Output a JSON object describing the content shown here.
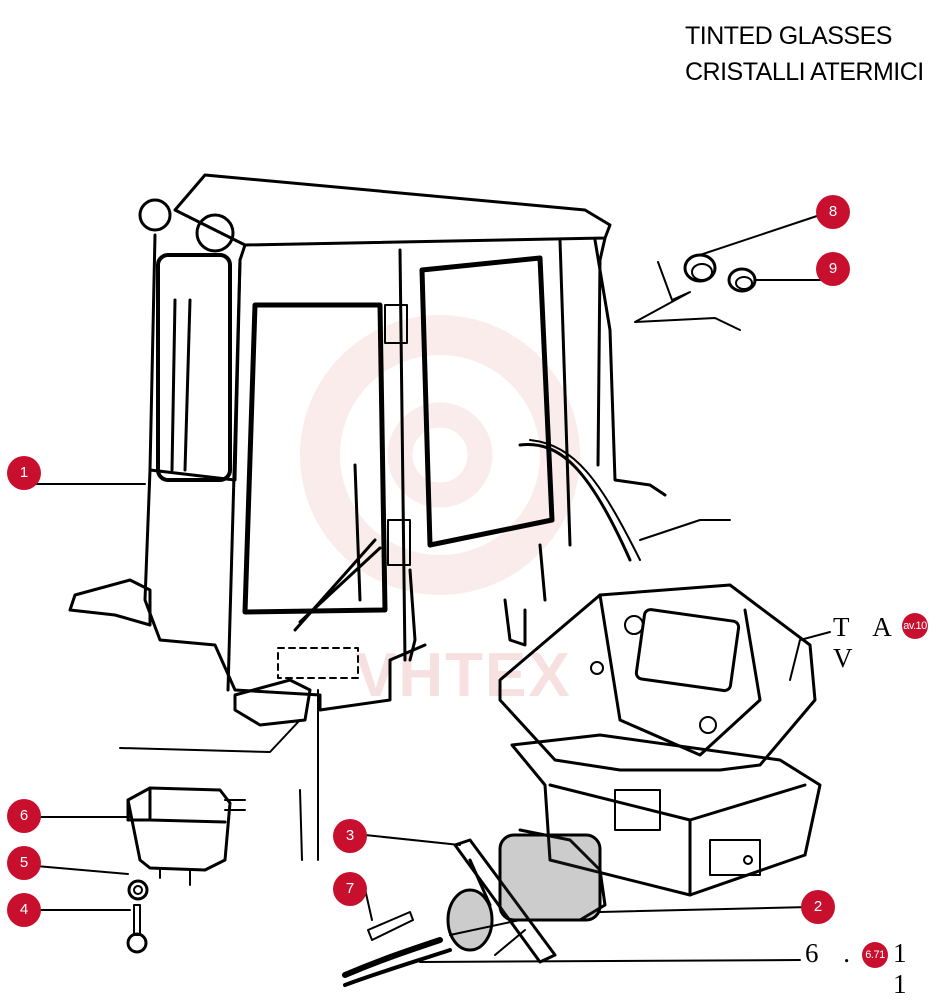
{
  "title": {
    "line1": "TINTED GLASSES",
    "line2": "CRISTALLI ATERMICI"
  },
  "tav_label": {
    "prefix": "T A V",
    "badge": "av.10"
  },
  "page_ref": {
    "prefix": "6 .",
    "badge": "6.71",
    "suffix": "1 1"
  },
  "watermark": "VHTEX",
  "callouts": [
    {
      "id": "callout-1",
      "label": "1"
    },
    {
      "id": "callout-2",
      "label": "2"
    },
    {
      "id": "callout-3",
      "label": "3"
    },
    {
      "id": "callout-4",
      "label": "4"
    },
    {
      "id": "callout-5",
      "label": "5"
    },
    {
      "id": "callout-6",
      "label": "6"
    },
    {
      "id": "callout-7",
      "label": "7"
    },
    {
      "id": "callout-8",
      "label": "8"
    },
    {
      "id": "callout-9",
      "label": "9"
    }
  ],
  "colors": {
    "marker": "#c8102e",
    "line": "#000000",
    "watermark": "#e07070"
  }
}
